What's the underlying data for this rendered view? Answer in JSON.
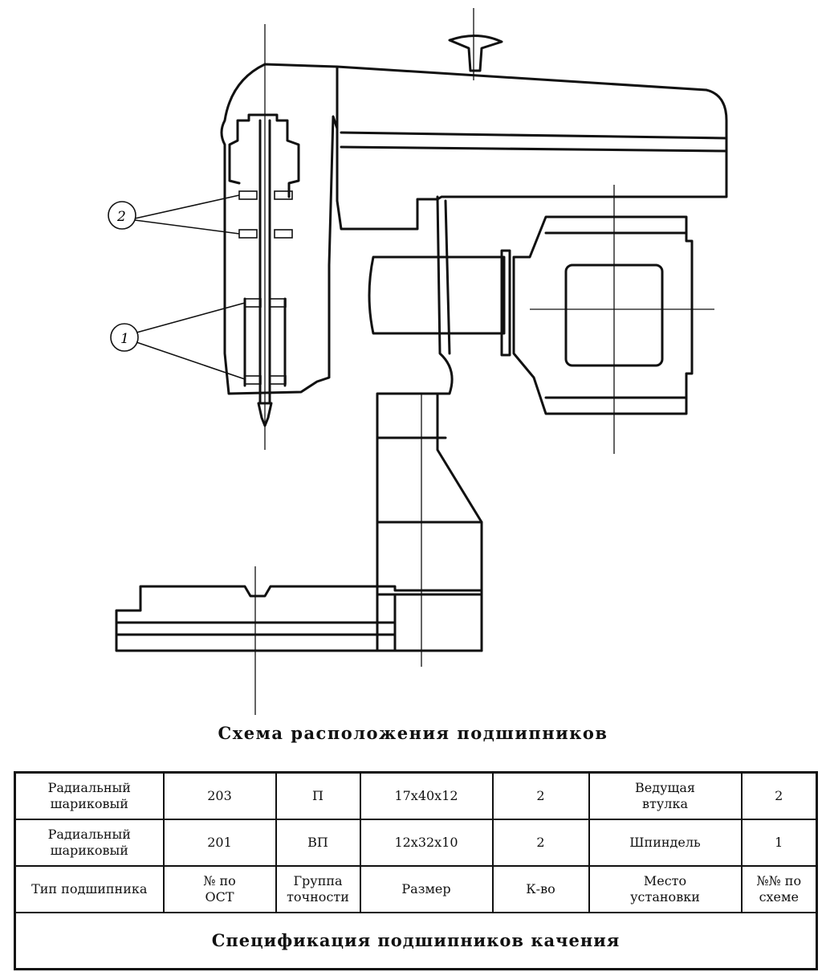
{
  "diagram": {
    "callouts": [
      {
        "label": "2"
      },
      {
        "label": "1"
      }
    ]
  },
  "caption": "Схема расположения подшипников",
  "table": {
    "rows": [
      [
        "Радиальный\nшариковый",
        "203",
        "П",
        "17х40х12",
        "2",
        "Ведущая\nвтулка",
        "2"
      ],
      [
        "Радиальный\nшариковый",
        "201",
        "ВП",
        "12х32х10",
        "2",
        "Шпиндель",
        "1"
      ]
    ],
    "headers": [
      "Тип подшипника",
      "№ по\nОСТ",
      "Группа\nточности",
      "Размер",
      "К-во",
      "Место\nустановки",
      "№№ по\nсхеме"
    ],
    "title": "Спецификация подшипников качения"
  }
}
